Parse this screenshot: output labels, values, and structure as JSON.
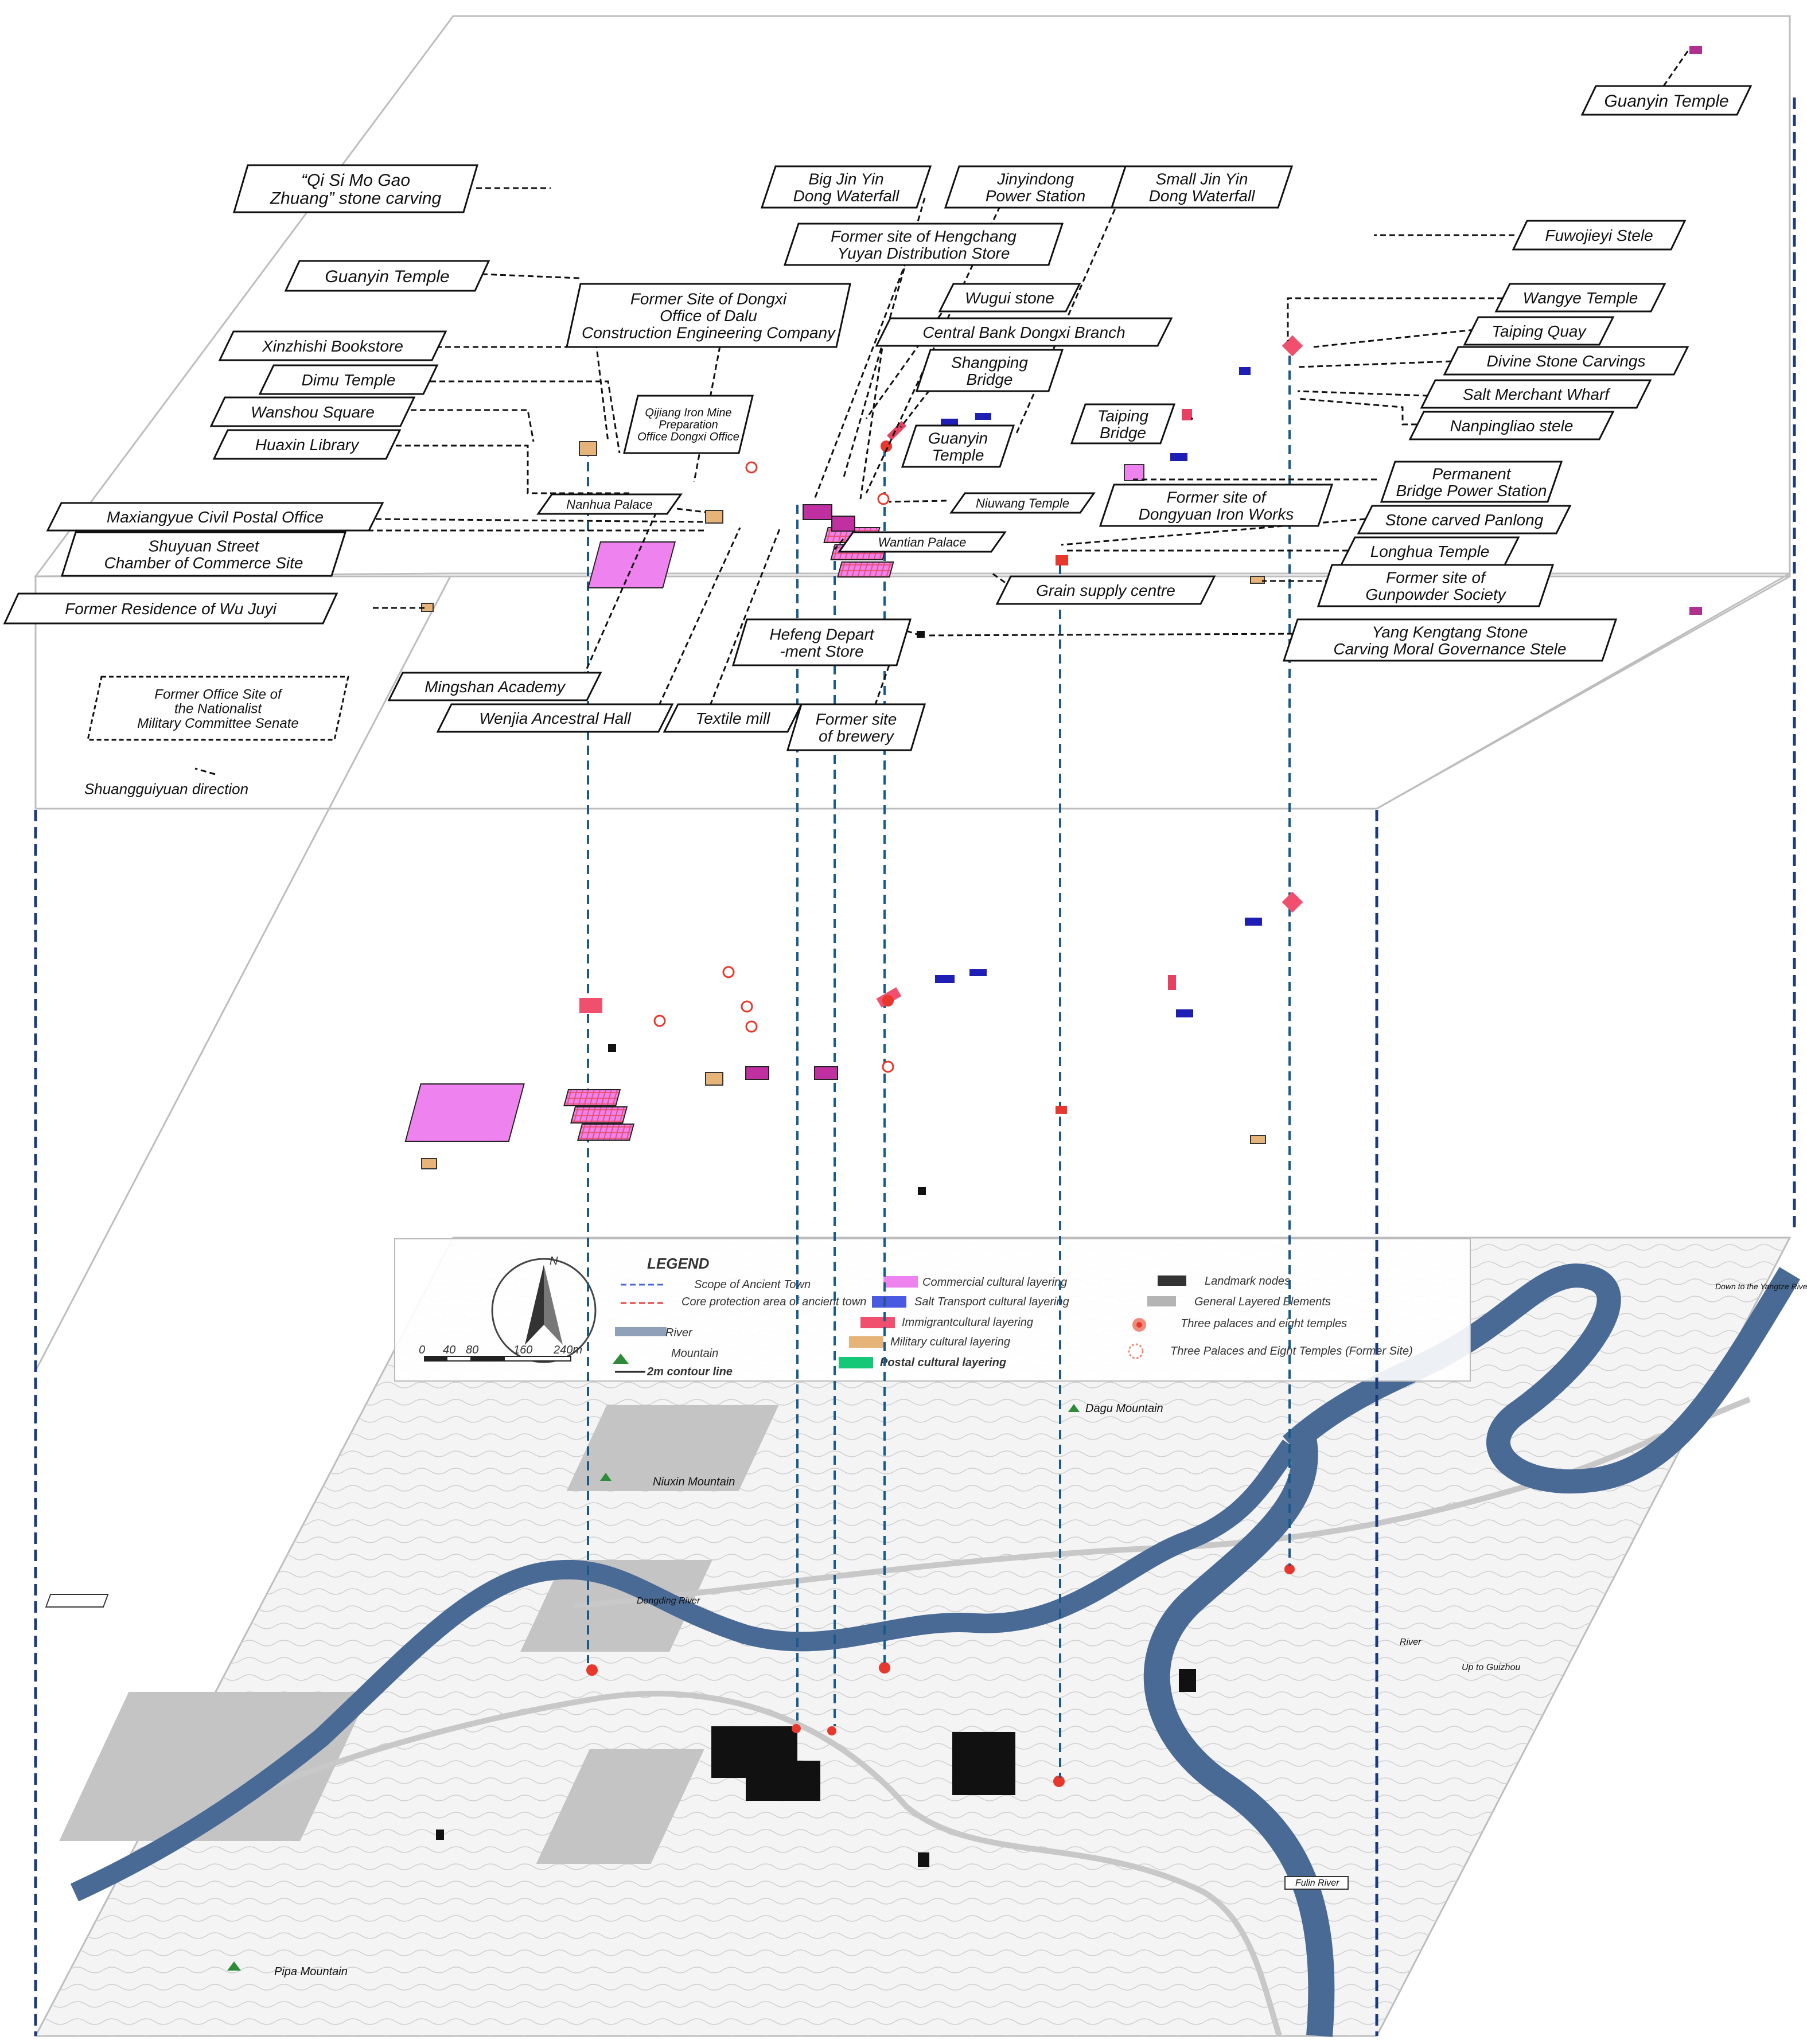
{
  "colors": {
    "commercial": "#ee82ee",
    "salt": "#1e1eb4",
    "immigrant": "#f0506e",
    "military": "#e6b478",
    "postal": "#14c878",
    "landmark": "#111111",
    "general": "#b4b4b4",
    "river": "#4a6a96",
    "mountain": "#2e8b3a",
    "guide": "#1a5a8a",
    "temple": "#e8372c"
  },
  "labels": [
    {
      "text": "Guanyin Temple"
    },
    {
      "text": "“Qi Si Mo Gao Zhuang” stone carving"
    },
    {
      "text": "Big Jin Yin Dong Waterfall"
    },
    {
      "text": "Jinyindong Power Station"
    },
    {
      "text": "Small Jin Yin Dong Waterfall"
    },
    {
      "text": "Former site of Hengchang Yuyan Distribution Store"
    },
    {
      "text": "Fuwojieyi Stele"
    },
    {
      "text": "Guanyin Temple"
    },
    {
      "text": "Wugui stone"
    },
    {
      "text": "Former Site of Dongxi Office of Dalu Construction Engineering Company"
    },
    {
      "text": "Wangye Temple"
    },
    {
      "text": "Central Bank Dongxi Branch"
    },
    {
      "text": "Taiping Quay"
    },
    {
      "text": "Xinzhishi Bookstore"
    },
    {
      "text": "Shangping Bridge"
    },
    {
      "text": "Divine Stone Carvings"
    },
    {
      "text": "Dimu Temple"
    },
    {
      "text": "Salt Merchant Wharf"
    },
    {
      "text": "Qijiang Iron Mine Preparation Office Dongxi Office"
    },
    {
      "text": "Wanshou Square"
    },
    {
      "text": "Taiping Bridge"
    },
    {
      "text": "Nanpingliao stele"
    },
    {
      "text": "Guanyin Temple"
    },
    {
      "text": "Huaxin Library"
    },
    {
      "text": "Permanent Bridge Power Station"
    },
    {
      "text": "Nanhua Palace"
    },
    {
      "text": "Niuwang Temple"
    },
    {
      "text": "Former site of Dongyuan Iron Works"
    },
    {
      "text": "Maxiangyue Civil Postal Office"
    },
    {
      "text": "Stone carved Panlong"
    },
    {
      "text": "Wantian Palace"
    },
    {
      "text": "Shuyuan Street Chamber of Commerce Site"
    },
    {
      "text": "Longhua Temple"
    },
    {
      "text": "Grain supply centre"
    },
    {
      "text": "Former site of Gunpowder Society"
    },
    {
      "text": "Former Residence of Wu Juyi"
    },
    {
      "text": "Hefeng Depart -ment Store"
    },
    {
      "text": "Yang Kengtang Stone Carving Moral Governance Stele"
    },
    {
      "text": "Mingshan Academy"
    },
    {
      "text": "Former Office Site of the Nationalist Military Committee Senate"
    },
    {
      "text": "Wenjia Ancestral Hall"
    },
    {
      "text": "Textile mill"
    },
    {
      "text": "Former site of brewery"
    },
    {
      "text": "Shuangguiyuan direction"
    }
  ],
  "legend": {
    "title": "LEGEND",
    "north": "N",
    "scale_ticks": [
      "0",
      "40",
      "80",
      "160",
      "240m"
    ],
    "items": [
      {
        "label": "Scope of Ancient Town",
        "symbol": "blue-dashed-line"
      },
      {
        "label": "Core protection area of ancient town",
        "symbol": "red-dashed-line"
      },
      {
        "label": "River",
        "symbol": "river-band"
      },
      {
        "label": "Mountain",
        "symbol": "mountain-icon"
      },
      {
        "label": "2m contour line",
        "symbol": "contour-line"
      },
      {
        "label": "Commercial cultural layering",
        "symbol": "commercial-swatch"
      },
      {
        "label": "Salt Transport cultural layering",
        "symbol": "salt-swatch"
      },
      {
        "label": "Immigrantcultural layering",
        "symbol": "immigrant-swatch"
      },
      {
        "label": "Military cultural layering",
        "symbol": "military-swatch"
      },
      {
        "label": "Postal cultural layering",
        "symbol": "postal-swatch"
      },
      {
        "label": "Landmark nodes",
        "symbol": "landmark-swatch"
      },
      {
        "label": "General Layered Elements",
        "symbol": "general-swatch"
      },
      {
        "label": "Three palaces and eight temples",
        "symbol": "temple-icon"
      },
      {
        "label": "Three Palaces and Eight Temples (Former Site)",
        "symbol": "temple-former-icon"
      }
    ]
  },
  "map_labels": {
    "dagu": "Dagu Mountain",
    "niuxin": "Niuxin Mountain",
    "pipa": "Pipa Mountain",
    "dongding": "Dongding River",
    "fulin": "Fulin River",
    "river": "River",
    "up": "Up to Guizhou",
    "down": "Down to the Yangtze River"
  }
}
